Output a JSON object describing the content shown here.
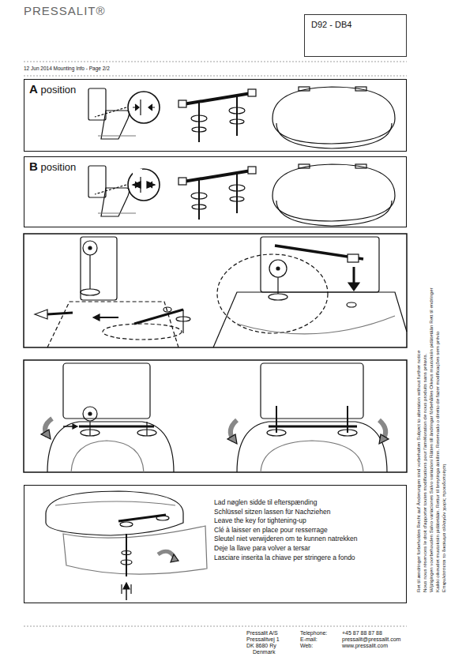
{
  "diagram": {
    "nodes": [
      {
        "text": [
          "D92 - DB4"
        ]
      },
      {
        "text": [
          "A position"
        ]
      },
      {
        "text": [
          "B position"
        ]
      },
      {
        "text": [
          "Lad nøglen sidde til efterspænding",
          "Schlüssel sitzen lassen für Nachziehen",
          "Leave the key for tightening-up",
          "Clé à laisser en place pour resserrage",
          "Sleutel niet verwijderen om te kunnen natrekken",
          "Deje la llave para volver a tersar",
          "Lasciare inserita la chiave per stringere a fondo"
        ]
      }
    ],
    "labels": [
      "PRESSALIT®",
      "12 Jun 2014 Mounting Info - Page 2/2",
      "Ret til ændringer forbeholdes Recht auf Änderungen sind vorbehalten Subject to alteration without further notice",
      "Nous nous réservons le droit d'apporter toutes modifications pour l'amélioration de nous produits sans préavis.",
      "Wijzigingen voorbehouden Salvo variaciones Salvo variazioni Rätten till ändringar förbehålles Oikeus muutoksiin pidätetään Rett til endringer",
      "Kaikki oikeudet muutoksiin pidätetään. Rettur til breytinga áskilinn. Reservado o direito de fazer modificações sem prévio",
      "Επιφυλάσσεται το δικαίωμα αλλαγών χωρίς προειδοποίηση",
      "Pressalit A/S",
      "Pressalitvej 1",
      "DK 8680 Ry",
      "Denmark",
      "Telephone:",
      "E-mail:",
      "Web:",
      "+45 87 88 87 88",
      "pressalit@pressalit.com",
      "www.pressalit.com"
    ]
  }
}
